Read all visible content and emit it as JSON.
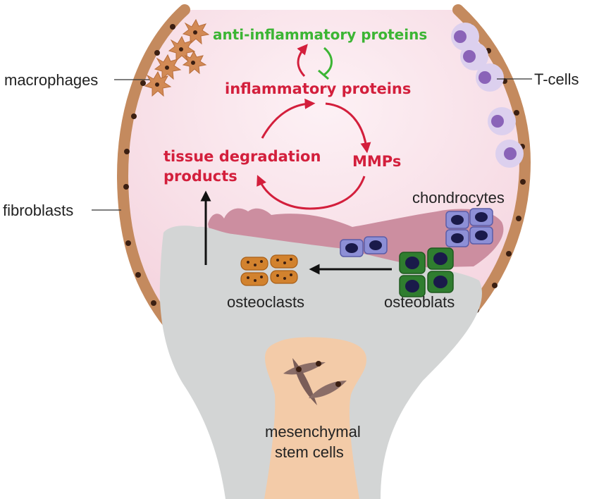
{
  "labels": {
    "anti_inflammatory": "anti-inflammatory proteins",
    "inflammatory": "inflammatory proteins",
    "tissue_degradation_1": "tissue degradation",
    "tissue_degradation_2": "products",
    "mmps": "MMPs",
    "macrophages": "macrophages",
    "t_cells": "T-cells",
    "fibroblasts": "fibroblasts",
    "chondrocytes": "chondrocytes",
    "osteoclasts": "osteoclasts",
    "osteoblasts": "osteoblats",
    "mesenchymal_1": "mesenchymal",
    "mesenchymal_2": "stem cells"
  },
  "colors": {
    "synovium": "#c48a5e",
    "synovial_fluid": "#f8e3ea",
    "bone": "#d3d5d5",
    "cartilage": "#cc8ea0",
    "marrow": "#f3cba8",
    "inflammation_red": "#d31f3c",
    "anti_green": "#3cb534",
    "t_cell": "#8a63b8",
    "chondrocyte": "#8d8fd6",
    "osteoblast": "#2f7d2f",
    "osteoclast": "#d2822e"
  }
}
